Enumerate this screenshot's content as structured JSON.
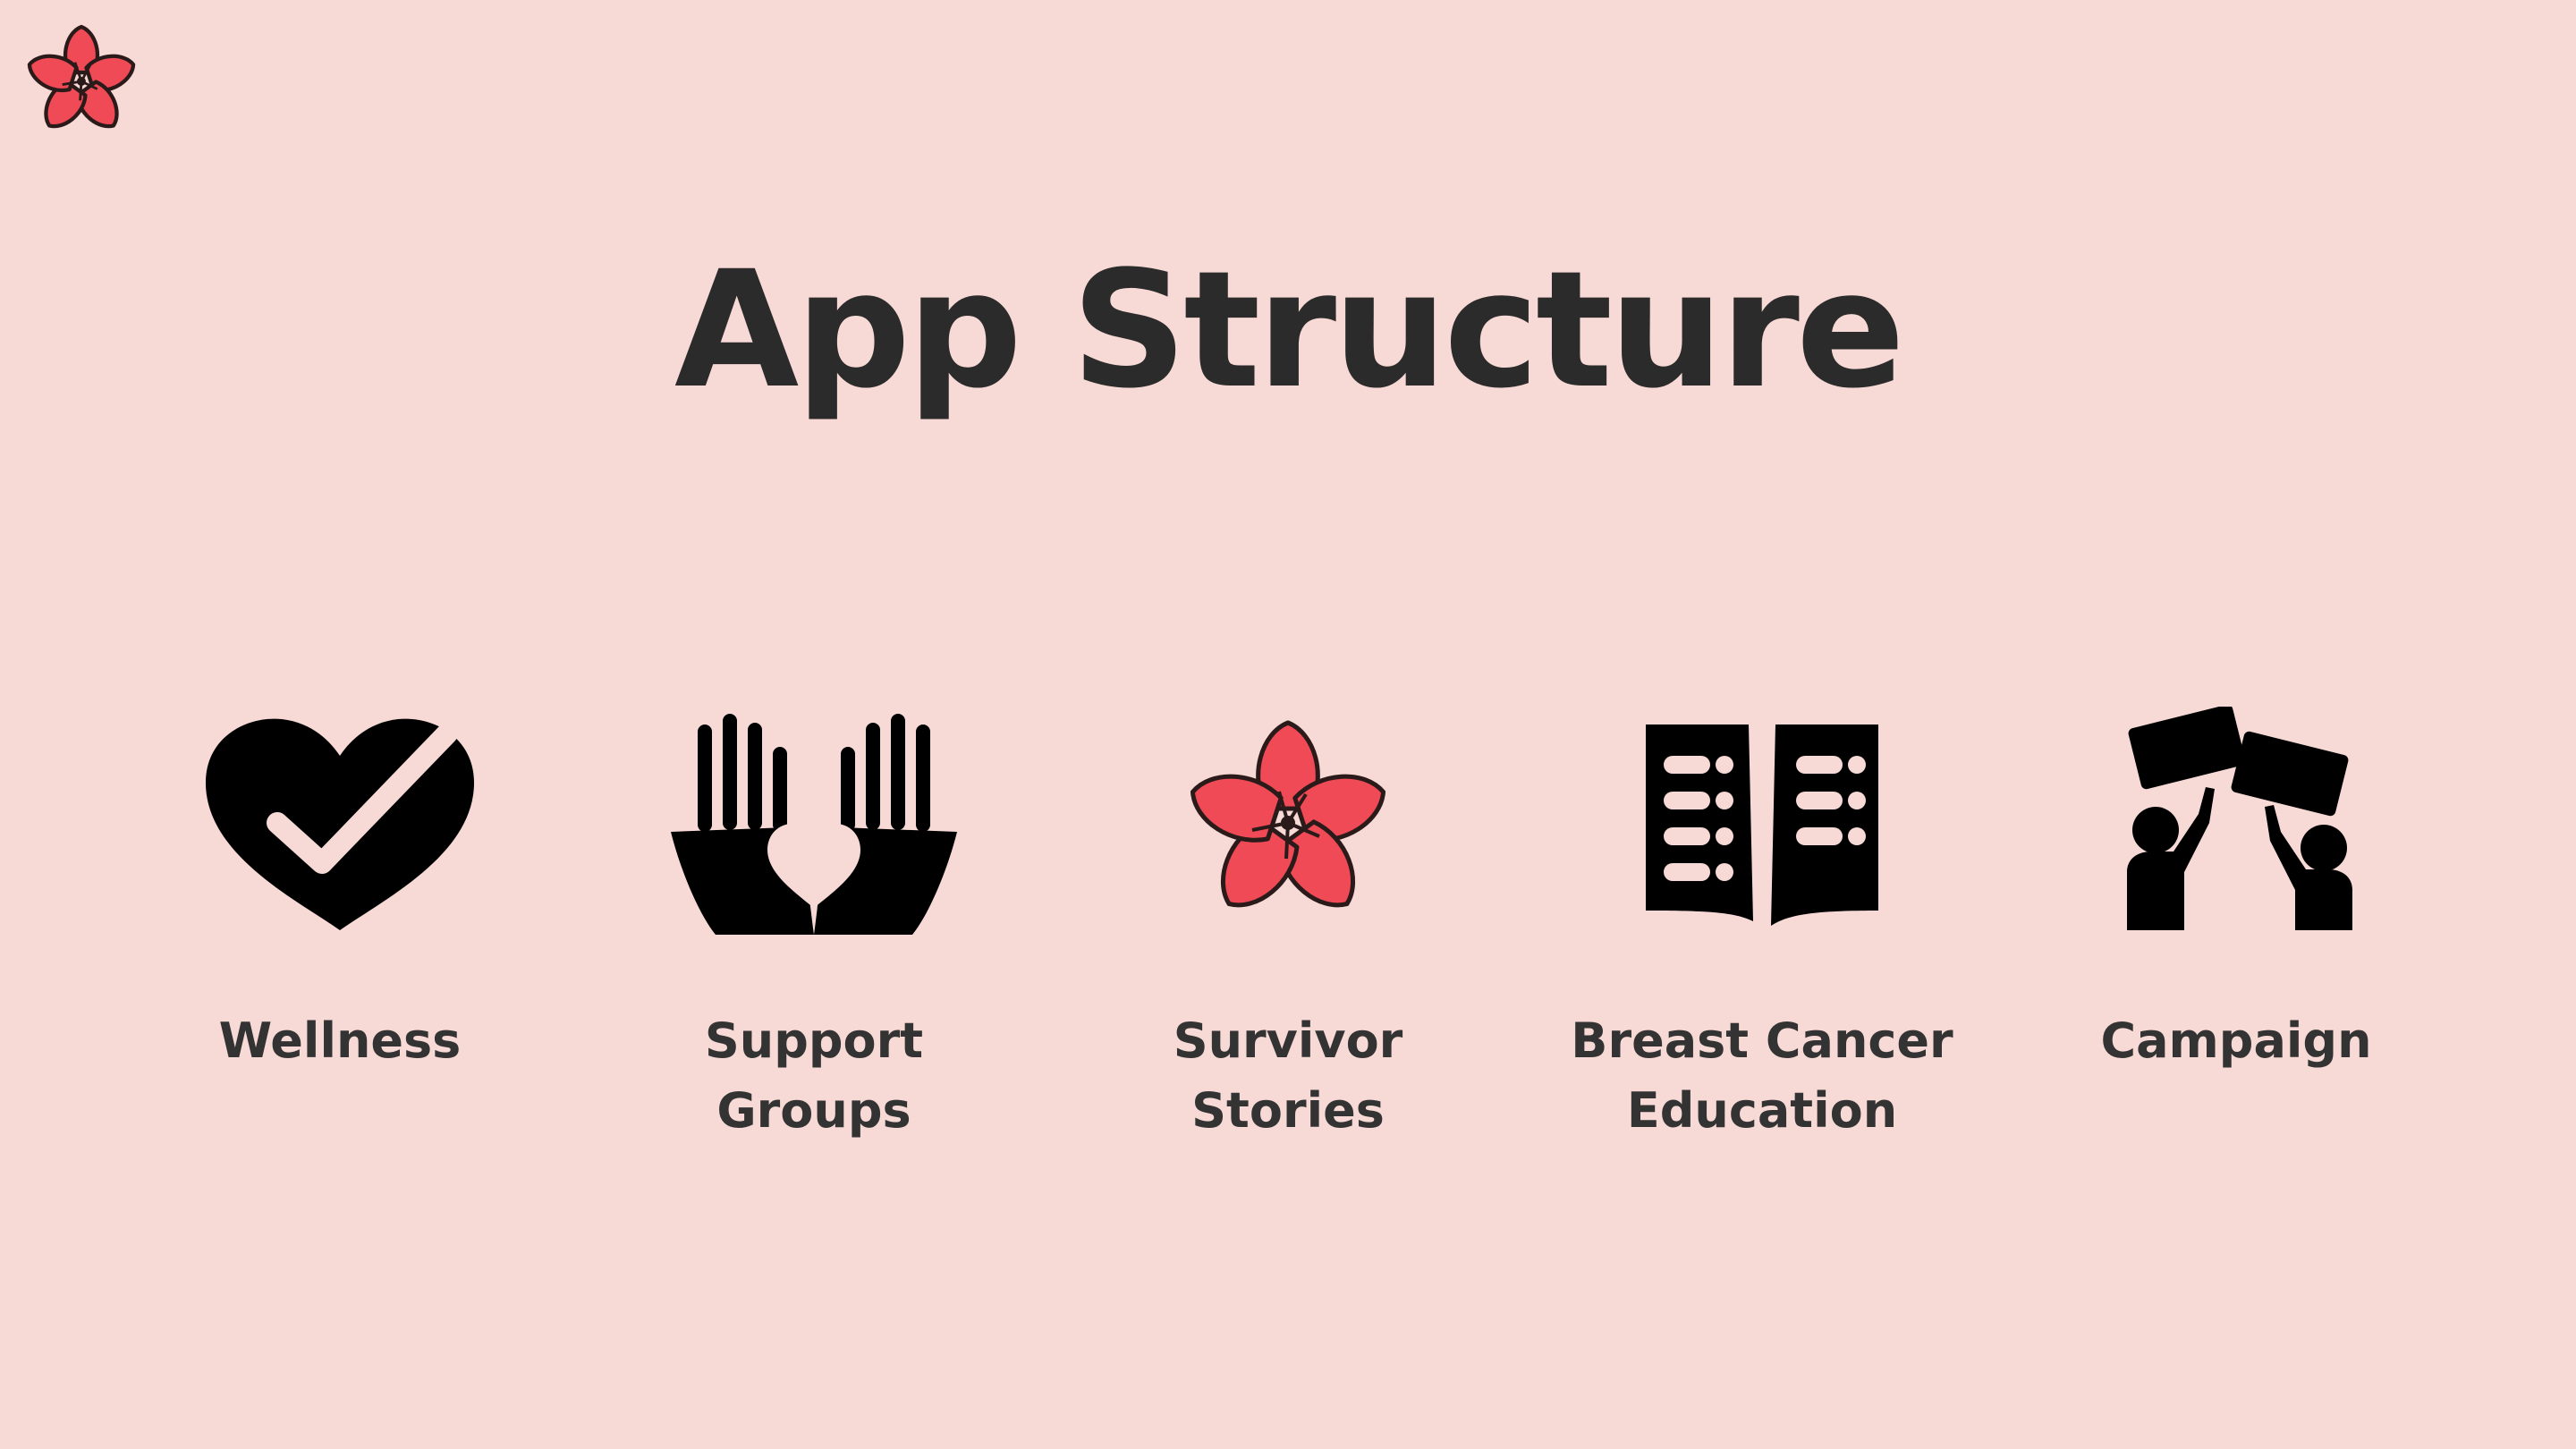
{
  "slide": {
    "title": "App Structure",
    "logo_icon": "flower-icon",
    "items": [
      {
        "icon": "heart-check-icon",
        "label": "Wellness"
      },
      {
        "icon": "hands-heart-icon",
        "label": "Support Groups"
      },
      {
        "icon": "flower-icon",
        "label": "Survivor Stories"
      },
      {
        "icon": "open-book-icon",
        "label_lines": [
          "Breast Cancer",
          "Education"
        ]
      },
      {
        "icon": "protest-signs-icon",
        "label": "Campaign"
      }
    ]
  },
  "colors": {
    "background": "#f7d9d5",
    "text": "#2f2f2f",
    "flower": "#ef4a55",
    "icon": "#000000"
  }
}
